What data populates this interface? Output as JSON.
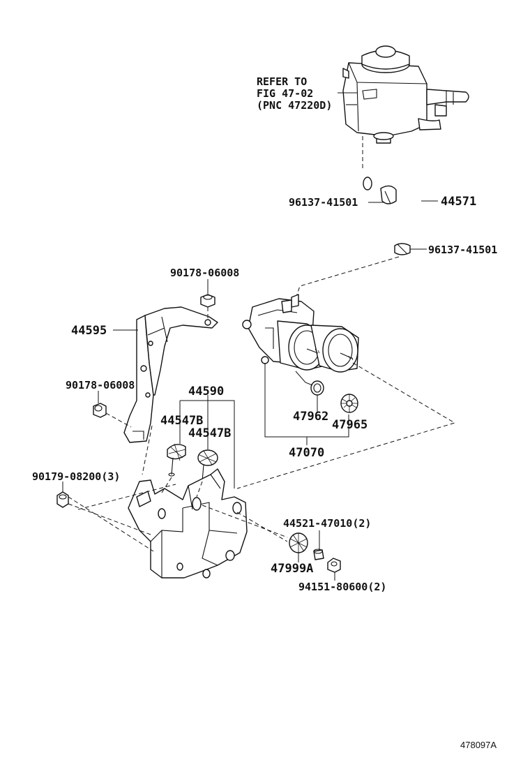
{
  "refer": {
    "line1": "REFER TO",
    "line2": "FIG 47-02",
    "line3": "(PNC 47220D)"
  },
  "parts": {
    "clamp_upper": "96137-41501",
    "hose": "44571",
    "clamp_lower": "96137-41501",
    "nut_bracket_top": "90178-06008",
    "bracket": "44595",
    "nut_bracket_side": "90178-06008",
    "bracket_assy": "44590",
    "cushion_left": "44547B",
    "cushion_right": "44547B",
    "bolt_lower_left": "90179-08200(3)",
    "oring": "47962",
    "cushion_motor": "47965",
    "pump_assy": "47070",
    "collar": "44521-47010(2)",
    "cushion_bottom": "47999A",
    "nut_bottom": "94151-80600(2)"
  },
  "diagram_code": "478097A"
}
